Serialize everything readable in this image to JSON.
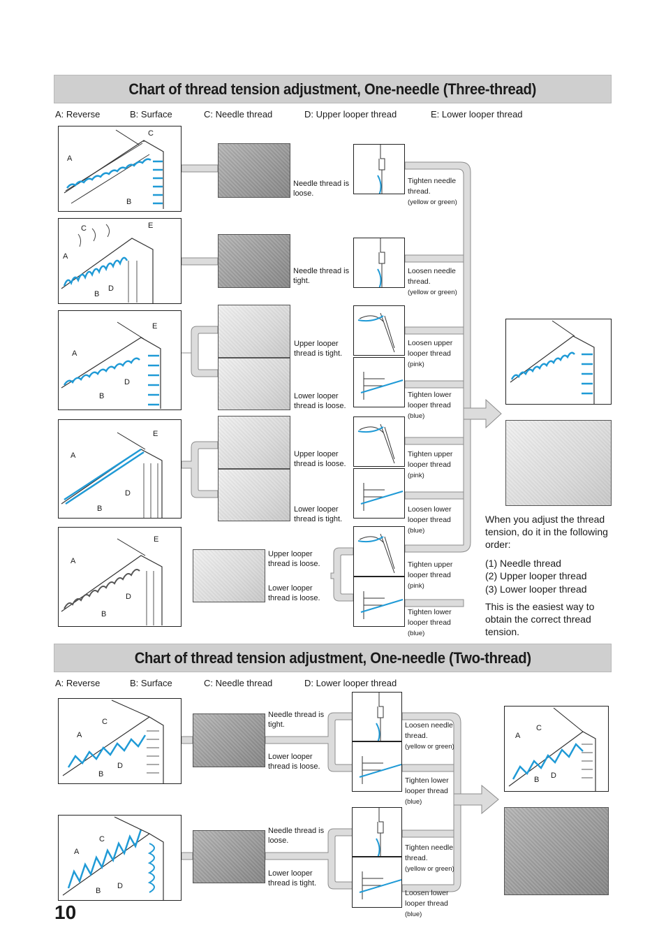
{
  "page_number": "10",
  "section1": {
    "title": "Chart of thread tension adjustment, One-needle (Three-thread)",
    "legend": [
      "A: Reverse",
      "B: Surface",
      "C: Needle thread",
      "D: Upper looper thread",
      "E: Lower looper thread"
    ],
    "cases": [
      {
        "fault": "Needle thread is loose.",
        "fix": "Tighten needle thread.",
        "fix_color": "(yellow or green)",
        "letters": [
          "C",
          "A",
          "B"
        ]
      },
      {
        "fault": "Needle thread is tight.",
        "fix": "Loosen needle thread.",
        "fix_color": "(yellow or green)",
        "letters": [
          "C",
          "E",
          "A",
          "D",
          "B"
        ]
      },
      {
        "fault": "Upper looper thread is tight.",
        "fix": "Loosen upper looper thread",
        "fix_color": "(pink)",
        "letters": [
          "E",
          "A",
          "D",
          "B"
        ]
      },
      {
        "fault": "Lower looper thread is loose.",
        "fix": "Tighten lower looper thread",
        "fix_color": "(blue)"
      },
      {
        "fault": "Upper looper thread is loose.",
        "fix": "Tighten upper looper thread",
        "fix_color": "(pink)",
        "letters": [
          "E",
          "A",
          "D",
          "B"
        ]
      },
      {
        "fault": "Lower looper thread is tight.",
        "fix": "Loosen lower looper thread",
        "fix_color": "(blue)"
      },
      {
        "fault": "Upper looper thread is loose.",
        "fix": "Tighten upper looper thread",
        "fix_color": "(pink)",
        "letters": [
          "E",
          "A",
          "D",
          "B"
        ]
      },
      {
        "fault": "Lower looper thread  is loose.",
        "fix": "Tighten lower looper thread",
        "fix_color": "(blue)"
      }
    ],
    "note": {
      "intro": "When you adjust the thread tension, do it in the following order:",
      "steps": [
        "(1) Needle thread",
        "(2) Upper looper thread",
        "(3) Lower looper thread"
      ],
      "outro": "This is the easiest way to obtain the correct thread tension."
    }
  },
  "section2": {
    "title": "Chart of thread tension adjustment, One-needle (Two-thread)",
    "legend": [
      "A: Reverse",
      "B: Surface",
      "C: Needle thread",
      "D: Lower looper thread"
    ],
    "cases": [
      {
        "fault": "Needle thread is tight.",
        "fix": "Loosen needle thread.",
        "fix_color": "(yellow or green)",
        "letters": [
          "C",
          "A",
          "D",
          "B"
        ]
      },
      {
        "fault": "Lower looper thread is loose.",
        "fix": "Tighten lower looper thread",
        "fix_color": "(blue)"
      },
      {
        "fault": "Needle thread is loose.",
        "fix": "Tighten needle thread.",
        "fix_color": "(yellow or green)",
        "letters": [
          "C",
          "A",
          "B",
          "D"
        ]
      },
      {
        "fault": "Lower looper thread is tight.",
        "fix": "Loosen lower looper thread",
        "fix_color": "(blue)"
      }
    ],
    "result_letters": [
      "C",
      "A",
      "B",
      "D"
    ]
  },
  "colors": {
    "thread_blue": "#1f9ad6",
    "banner_gray": "#cfcfcf",
    "connector_gray": "#d8d8d8",
    "connector_edge": "#8c8c8c"
  }
}
